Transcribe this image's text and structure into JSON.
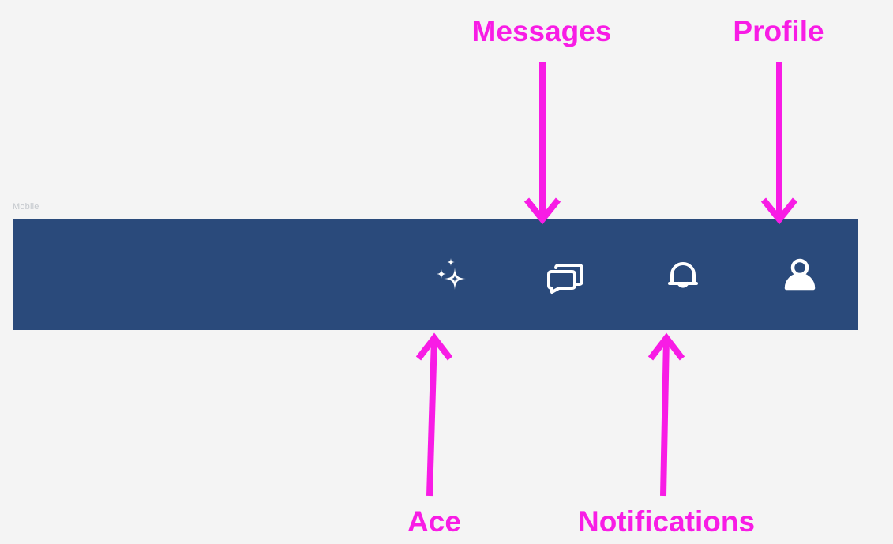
{
  "meta": {
    "background_color": "#f4f4f4",
    "annotation_color": "#f81ce5",
    "navbar_color": "#2a4a7b",
    "icon_color": "#ffffff"
  },
  "caption": {
    "text": "Mobile"
  },
  "navbar": {
    "items": [
      {
        "id": "ace",
        "icon": "sparkles-icon",
        "label": "Ace"
      },
      {
        "id": "messages",
        "icon": "messages-icon",
        "label": "Messages"
      },
      {
        "id": "notifications",
        "icon": "bell-icon",
        "label": "Notifications"
      },
      {
        "id": "profile",
        "icon": "person-icon",
        "label": "Profile"
      }
    ]
  },
  "annotations": [
    {
      "id": "messages",
      "text": "Messages",
      "direction": "down",
      "target": "messages-icon"
    },
    {
      "id": "profile",
      "text": "Profile",
      "direction": "down",
      "target": "person-icon"
    },
    {
      "id": "ace",
      "text": "Ace",
      "direction": "up",
      "target": "sparkles-icon"
    },
    {
      "id": "notifications",
      "text": "Notifications",
      "direction": "up",
      "target": "bell-icon"
    }
  ]
}
